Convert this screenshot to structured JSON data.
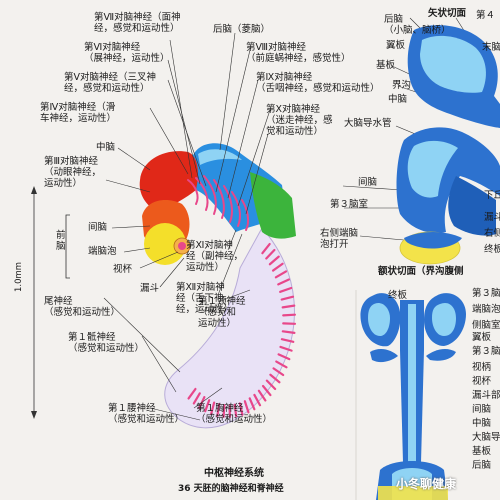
{
  "labels": {
    "cn7": "第Ⅶ对脑神经（面神\n经，感觉和运动性）",
    "cn6": "第Ⅵ对脑神经\n（展神经，运动性）",
    "cn5": "第Ⅴ对脑神经（三叉神\n经，感觉和运动性）",
    "cn4": "第Ⅳ对脑神经（滑\n车神经，运动性）",
    "midbrain": "中脑",
    "cn3": "第Ⅲ对脑神经\n（动眼神经，\n运动性）",
    "forebrain": "前\n脑",
    "diencephalon": "间脑",
    "telencephalon": "端脑泡",
    "optic_cup": "视杯",
    "infundibulum": "漏斗",
    "hindbrain": "后脑（菱脑）",
    "cn8": "第Ⅷ对脑神经\n（前庭蜗神经，感觉性）",
    "cn9": "第Ⅸ对脑神经\n（舌咽神经，感觉和运动性）",
    "cn10": "第Ⅹ对脑神经\n（迷走神经，感\n觉和运动性）",
    "cn11": "第Ⅺ对脑神\n经（副神经，\n运动性）",
    "cn12": "第Ⅻ对脑神\n经（舌下神\n经，运动性）",
    "c1": "第１颈神经\n（感觉和\n运动性）",
    "tail_nerve": "尾神经\n（感觉和运动性）",
    "s1": "第１骶神经\n（感觉和运动性）",
    "l1": "第１腰神经\n（感觉和运动性）",
    "t1": "第１胸神经\n（感觉和运动性）",
    "scale": "1.0mm",
    "sag_title": "矢状切面",
    "sag_hindbrain": "后脑\n（小脑、脑桥）",
    "sag_roof_plate": "翼板",
    "sag_basal_plate": "基板",
    "sag_boundary": "界沟",
    "sag_midbrain": "中脑",
    "sag_aqueduct": "大脑导水管",
    "sag_diencephalon": "间脑",
    "sag_ventricle3": "第３脑室",
    "sag_telencephalon": "右侧端脑\n泡打开",
    "sag_r1": "第４",
    "sag_r2": "末脑",
    "sag_r3": "下丘",
    "sag_r4": "漏斗",
    "sag_r5": "右侧",
    "sag_r6": "终板",
    "front_title": "额状切面（界沟腹侧",
    "front_lamina": "终板",
    "front_r1": "第３脑",
    "front_r2": "端脑泡",
    "front_r3": "侧脑室",
    "front_r4": "翼板",
    "front_r5": "第３脑",
    "front_r6": "视柄",
    "front_r7": "视杯",
    "front_r8": "漏斗部",
    "front_r9": "间脑",
    "front_r10": "中脑",
    "front_r11": "大脑导",
    "front_r12": "基板",
    "front_r13": "后脑",
    "caption1": "中枢神经系统",
    "caption2": "36 天胚的脑神经和脊神经",
    "watermark": "小冬聊健康"
  },
  "colors": {
    "forebrain_red": "#e02818",
    "telencephalon_orange": "#f07a1c",
    "optic_yellow": "#f4df2a",
    "hindbrain_blue": "#2a8fe0",
    "spinal_green": "#3cb43c",
    "nerve_pink": "#e8478a",
    "section_blue": "#2d72cf",
    "section_yellow": "#f3e34a"
  }
}
